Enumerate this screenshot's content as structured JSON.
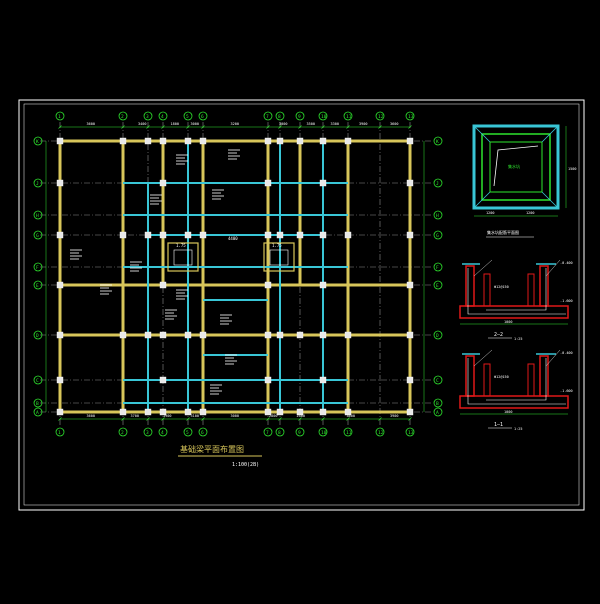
{
  "colors": {
    "background": "#000000",
    "frame": "#ffffff",
    "axis_line": "#ffffff",
    "grid_dash": "#8c8c8c",
    "beam_yellow": "#d8c65a",
    "beam_cyan": "#39c6d6",
    "dim_green": "#2ee62e",
    "section_red": "#e01818",
    "label_white": "#ffffff"
  },
  "icons": {
    "axis_bubble": "circle-icon",
    "column": "square-column-icon",
    "section_mark": "section-cut-icon"
  },
  "plan": {
    "title": "基础梁平面布置图",
    "scale": "1:100(2B)",
    "center_label": "4400",
    "pit_label_left": "1.75",
    "pit_label_right": "1.75",
    "axis_top": [
      "1",
      "2",
      "3",
      "4",
      "5",
      "6",
      "7",
      "8",
      "9",
      "10",
      "11",
      "12",
      "13"
    ],
    "axis_left": [
      "K",
      "J",
      "H",
      "G",
      "F",
      "E",
      "D",
      "C",
      "B",
      "A"
    ],
    "dims_top": [
      "3600",
      "3400",
      "1800",
      "3000",
      "3200",
      "3000",
      "3500",
      "3300",
      "3900",
      "3600"
    ],
    "dims_bottom": [
      "3600",
      "3700",
      "1900",
      "3100",
      "3000",
      "2800",
      "2400",
      "3600",
      "3900"
    ]
  },
  "detail_pit": {
    "title": "集水坑配筋平面图",
    "inner_label": "集水坑",
    "dim_bottom_left": "1200",
    "dim_bottom_right": "1200",
    "dim_side": "1500"
  },
  "section_22": {
    "title": "2—2",
    "scale": "1:25",
    "elev_top": "-0.400",
    "elev_mid": "-1.600",
    "rebar_label": "Φ12@150",
    "width": "1000"
  },
  "section_11": {
    "title": "1—1",
    "scale": "1:25",
    "elev_top": "-0.400",
    "elev_mid": "-1.600",
    "rebar_label": "Φ12@150",
    "width": "1000"
  }
}
